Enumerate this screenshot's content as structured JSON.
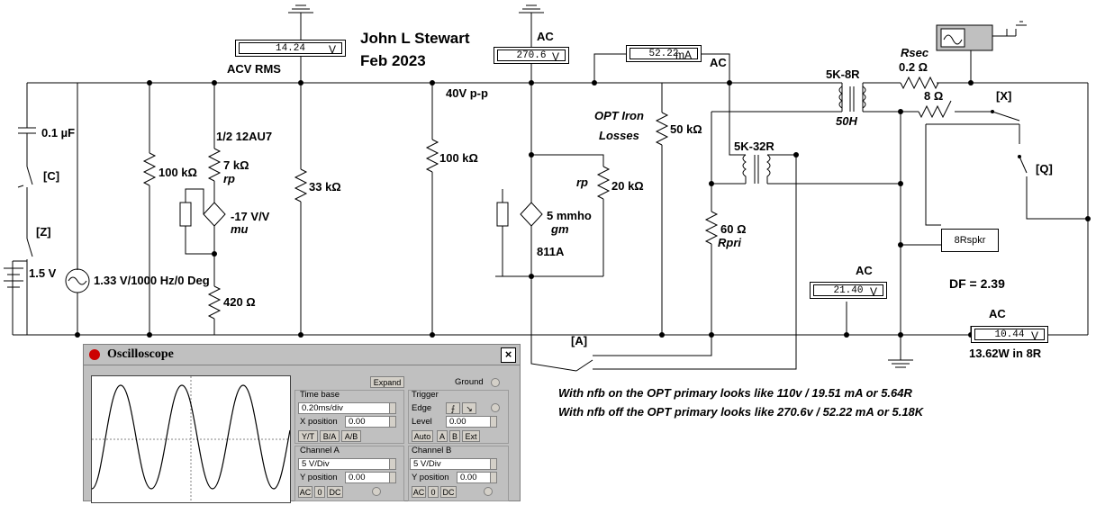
{
  "header": {
    "author": "John L Stewart",
    "date": "Feb 2023"
  },
  "labels": {
    "acv_rms": "ACV RMS",
    "ac": "AC",
    "vpp": "40V p-p",
    "tube": "1/2 12AU7",
    "r7k": "7 kΩ",
    "rp": "rp",
    "gain": "-17 V/V",
    "mu": "mu",
    "r420": "420 Ω",
    "r33k": "33 kΩ",
    "r100k_a": "100 kΩ",
    "r100k_b": "100 kΩ",
    "cap": "0.1 µF",
    "sw_c": "[C]",
    "sw_z": "[Z]",
    "batt": "1.5 V",
    "source": "1.33 V/1000 Hz/0 Deg",
    "opt_iron": "OPT Iron",
    "losses": "Losses",
    "r50k": "50 kΩ",
    "rp2": "rp",
    "r20k": "20 kΩ",
    "gm_val": "5 mmho",
    "gm": "gm",
    "valve": "811A",
    "xfmr1": "5K-8R",
    "xfmr1_l": "50H",
    "xfmr2": "5K-32R",
    "r60": "60 Ω",
    "rpri": "Rpri",
    "rsec": "Rsec",
    "rsec_val": "0.2 Ω",
    "r8": "8 Ω",
    "sw_x": "[X]",
    "sw_q": "[Q]",
    "spkr": "8Rspkr",
    "df": "DF = 2.39",
    "sw_a": "[A]",
    "power": "13.62W in 8R"
  },
  "meters": {
    "m1": {
      "value": "14.24",
      "unit": "V"
    },
    "m2": {
      "value": "270.6",
      "unit": "V"
    },
    "m3": {
      "value": "52.22",
      "unit": "mA"
    },
    "m4": {
      "value": "21.40",
      "unit": "V"
    },
    "m5": {
      "value": "10.44",
      "unit": "V"
    }
  },
  "notes": {
    "line1": "With nfb on the OPT primary looks like 110v / 19.51 mA or 5.64R",
    "line2": "With nfb off the OPT primary looks like 270.6v / 52.22 mA or 5.18K"
  },
  "oscilloscope": {
    "title": "Oscilloscope",
    "close": "×",
    "expand": "Expand",
    "ground": "Ground",
    "timebase": {
      "label": "Time base",
      "value": "0.20ms/div",
      "xpos_label": "X position",
      "xpos": "0.00",
      "modes": [
        "Y/T",
        "B/A",
        "A/B"
      ]
    },
    "trigger": {
      "label": "Trigger",
      "edge_label": "Edge",
      "level_label": "Level",
      "level": "0.00",
      "modes": [
        "Auto",
        "A",
        "B",
        "Ext"
      ]
    },
    "channel_a": {
      "label": "Channel A",
      "value": "5  V/Div",
      "ypos_label": "Y position",
      "ypos": "0.00",
      "coupling": [
        "AC",
        "0",
        "DC"
      ]
    },
    "channel_b": {
      "label": "Channel B",
      "value": "5  V/Div",
      "ypos_label": "Y position",
      "ypos": "0.00",
      "coupling": [
        "AC",
        "0",
        "DC"
      ]
    }
  }
}
